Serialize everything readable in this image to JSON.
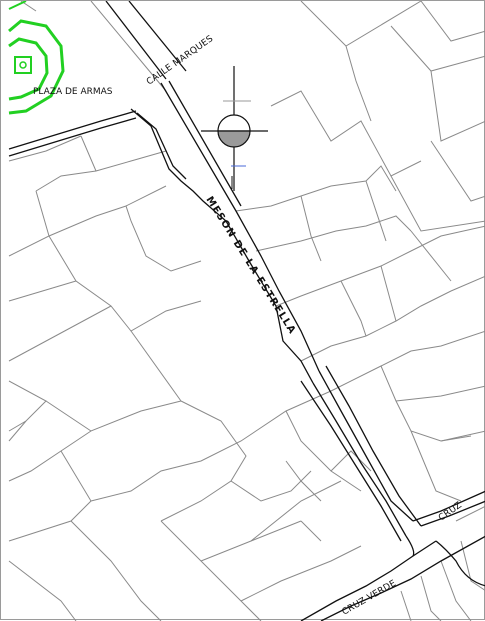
{
  "map": {
    "labels": {
      "plaza": "PLAZA DE ARMAS",
      "calle_marques": "CALLE MARQUES",
      "meson_estrella": "MESON DE LA ESTRELLA",
      "cruz_verde": "CRUZ VERDE",
      "cruz_verde_short": "CRUZ"
    },
    "colors": {
      "background": "#ffffff",
      "lot_line": "#8a8a8a",
      "street_line": "#111111",
      "plaza_green": "#22d022",
      "symbol_gray": "#9a9a9a",
      "symbol_blue": "#4a6ad8"
    },
    "symbol": "north-arrow-icon"
  }
}
